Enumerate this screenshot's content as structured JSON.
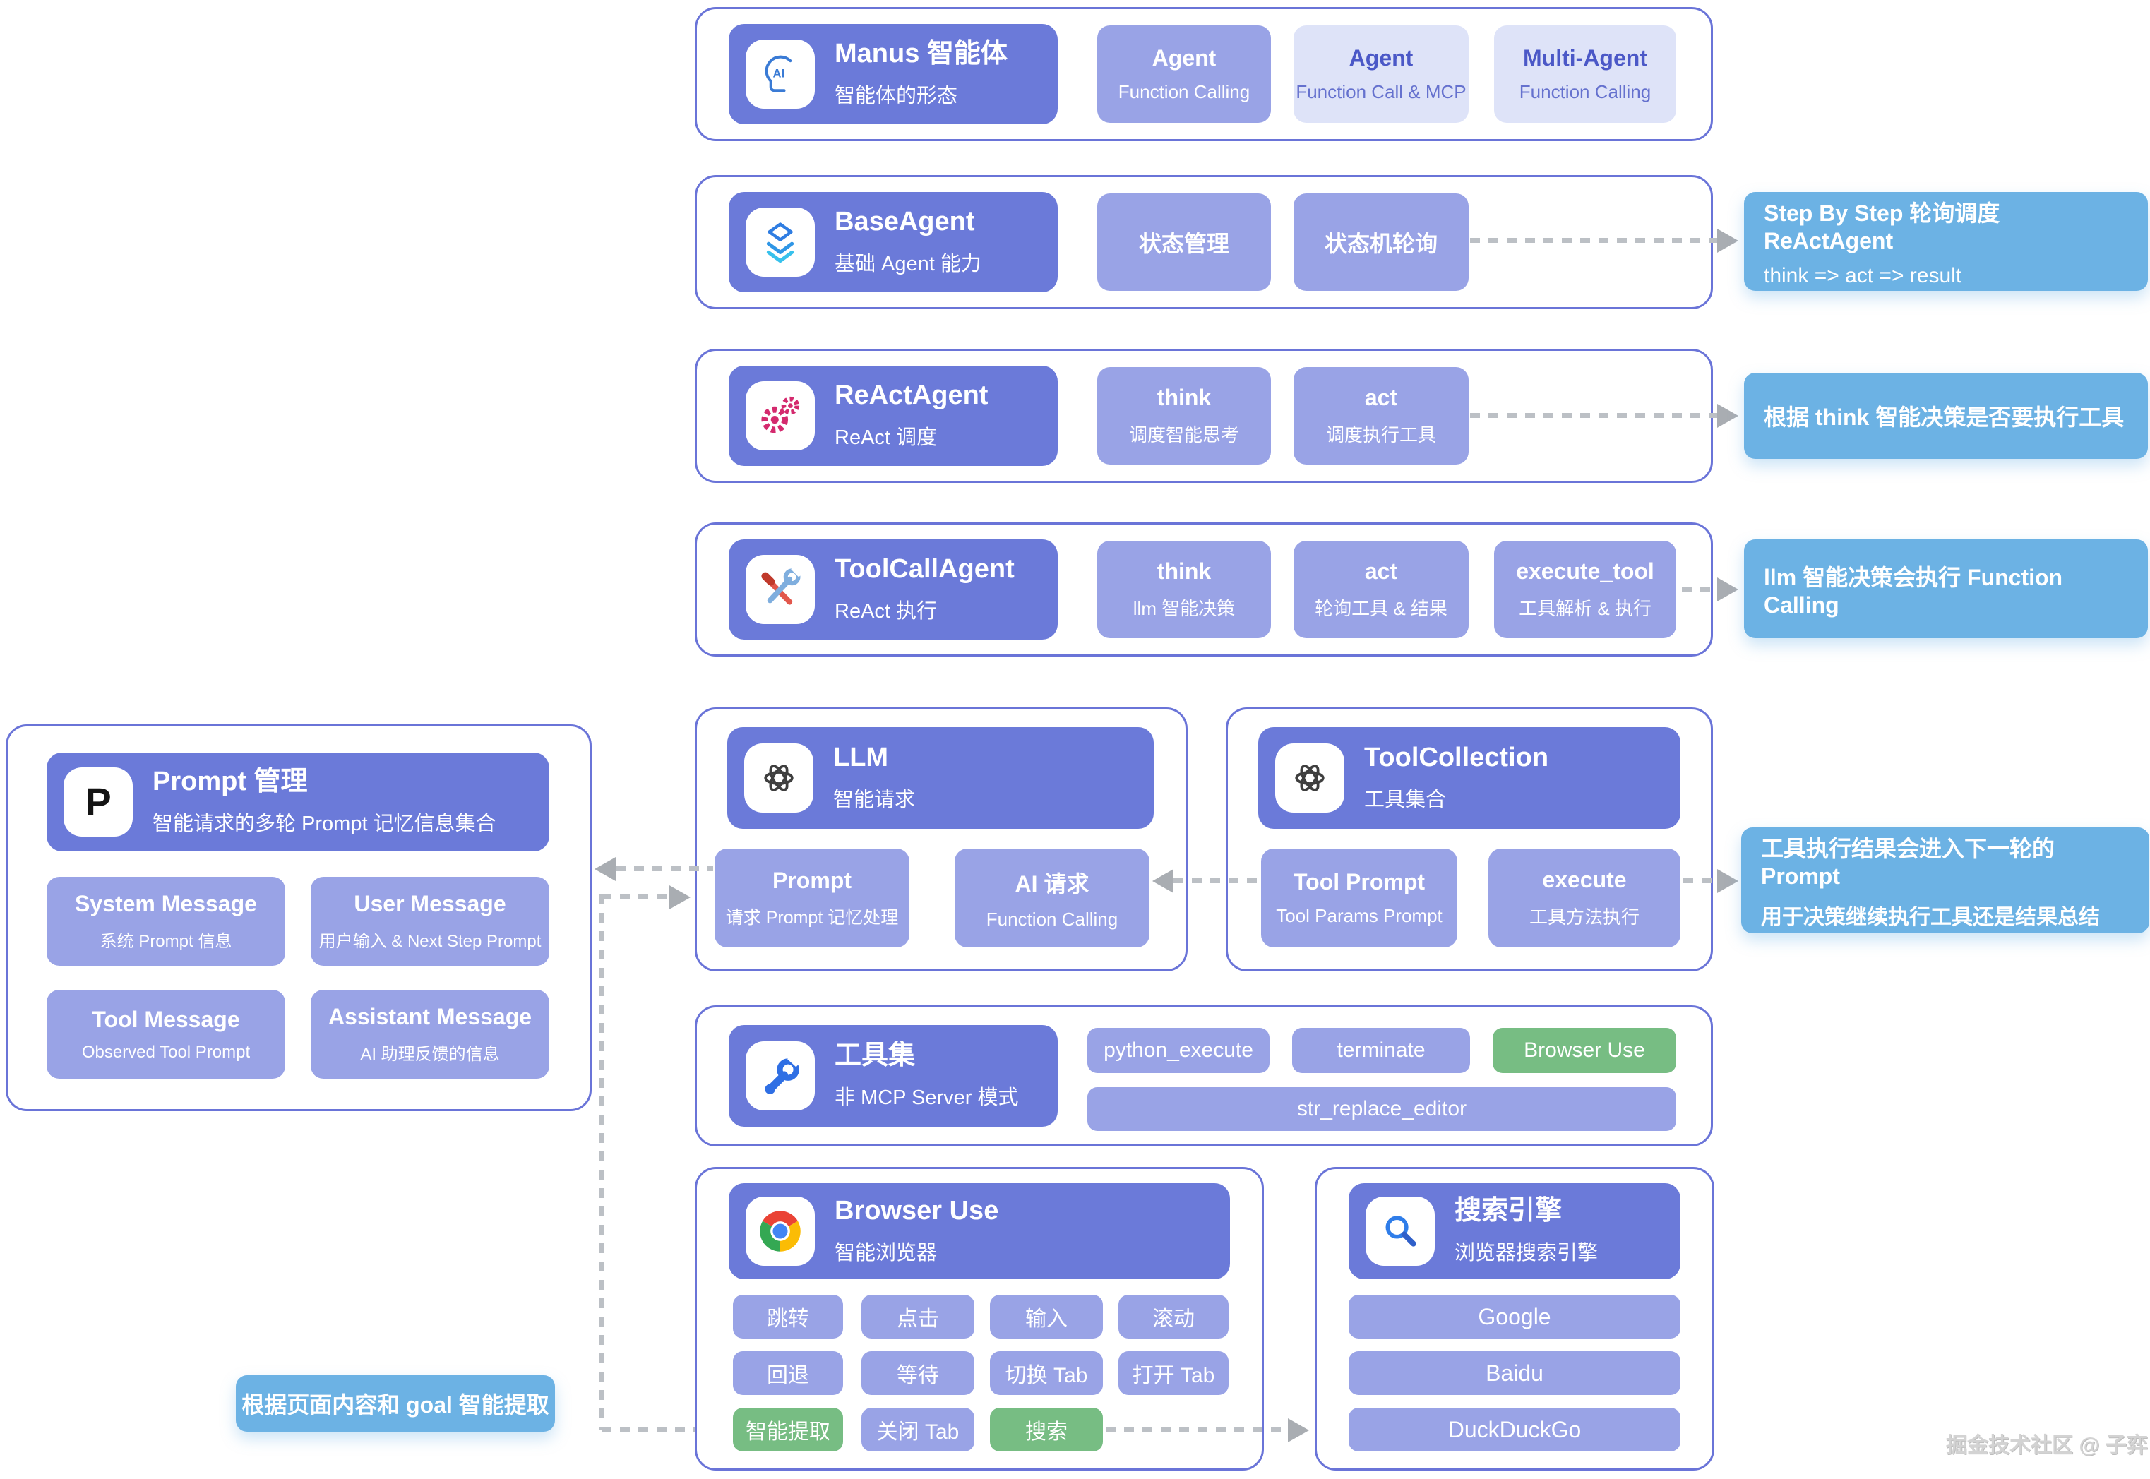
{
  "colors": {
    "panel_border": "#6a74d8",
    "header_bg": "#6b7ad9",
    "chip_bg": "#99a3e6",
    "chip_light_bg": "#dee3f8",
    "chip_light_text": "#4b58c7",
    "note_bg": "#6cb2e4",
    "green_bg": "#77bd83",
    "dash_gray": "#bcc0c5"
  },
  "row1": {
    "header": {
      "title": "Manus 智能体",
      "sub": "智能体的形态",
      "icon": "ai-head-icon"
    },
    "box1": {
      "title": "Agent",
      "sub": "Function Calling"
    },
    "box2": {
      "title": "Agent",
      "sub": "Function Call & MCP"
    },
    "box3": {
      "title": "Multi-Agent",
      "sub": "Function Calling"
    }
  },
  "row2": {
    "header": {
      "title": "BaseAgent",
      "sub": "基础 Agent 能力",
      "icon": "layers-icon"
    },
    "box1": {
      "title": "状态管理"
    },
    "box2": {
      "title": "状态机轮询"
    },
    "note": {
      "line1": "Step By Step 轮询调度 ReActAgent",
      "line2": "think => act => result"
    }
  },
  "row3": {
    "header": {
      "title": "ReActAgent",
      "sub": "ReAct 调度",
      "icon": "gears-icon"
    },
    "box1": {
      "title": "think",
      "sub": "调度智能思考"
    },
    "box2": {
      "title": "act",
      "sub": "调度执行工具"
    },
    "note": {
      "line1": "根据 think 智能决策是否要执行工具"
    }
  },
  "row4": {
    "header": {
      "title": "ToolCallAgent",
      "sub": "ReAct 执行",
      "icon": "crossed-tools-icon"
    },
    "box1": {
      "title": "think",
      "sub": "llm 智能决策"
    },
    "box2": {
      "title": "act",
      "sub": "轮询工具 & 结果"
    },
    "box3": {
      "title": "execute_tool",
      "sub": "工具解析 & 执行"
    },
    "note": {
      "line1": "llm 智能决策会执行 Function Calling"
    }
  },
  "llm": {
    "header": {
      "title": "LLM",
      "sub": "智能请求",
      "icon": "openai-icon"
    },
    "box1": {
      "title": "Prompt",
      "sub": "请求 Prompt 记忆处理"
    },
    "box2": {
      "title": "AI 请求",
      "sub": "Function Calling"
    }
  },
  "tool_collection": {
    "header": {
      "title": "ToolCollection",
      "sub": "工具集合",
      "icon": "openai-icon"
    },
    "box1": {
      "title": "Tool Prompt",
      "sub": "Tool Params Prompt"
    },
    "box2": {
      "title": "execute",
      "sub": "工具方法执行"
    },
    "note": {
      "line1": "工具执行结果会进入下一轮的 Prompt",
      "line2": "用于决策继续执行工具还是结果总结"
    }
  },
  "prompt_manage": {
    "header": {
      "title": "Prompt 管理",
      "sub": "智能请求的多轮 Prompt 记忆信息集合",
      "icon_letter": "P"
    },
    "box1": {
      "title": "System Message",
      "sub": "系统 Prompt 信息"
    },
    "box2": {
      "title": "User Message",
      "sub": "用户输入 & Next Step Prompt"
    },
    "box3": {
      "title": "Tool Message",
      "sub": "Observed Tool Prompt"
    },
    "box4": {
      "title": "Assistant Message",
      "sub": "AI 助理反馈的信息"
    }
  },
  "toolset": {
    "header": {
      "title": "工具集",
      "sub": "非 MCP Server 模式",
      "icon": "wrench-icon"
    },
    "chip1": "python_execute",
    "chip2": "terminate",
    "chip3": "Browser Use",
    "chip_wide": "str_replace_editor"
  },
  "browser": {
    "header": {
      "title": "Browser Use",
      "sub": "智能浏览器",
      "icon": "chrome-icon"
    },
    "r1c1": "跳转",
    "r1c2": "点击",
    "r1c3": "输入",
    "r1c4": "滚动",
    "r2c1": "回退",
    "r2c2": "等待",
    "r2c3": "切换 Tab",
    "r2c4": "打开 Tab",
    "r3c1": "智能提取",
    "r3c2": "关闭 Tab",
    "r3c3": "搜索"
  },
  "search": {
    "header": {
      "title": "搜索引擎",
      "sub": "浏览器搜索引擎",
      "icon": "magnifier-icon"
    },
    "engine1": "Google",
    "engine2": "Baidu",
    "engine3": "DuckDuckGo"
  },
  "annotation": {
    "extract": "根据页面内容和 goal 智能提取"
  },
  "credit": "掘金技术社区 @ 子弈"
}
